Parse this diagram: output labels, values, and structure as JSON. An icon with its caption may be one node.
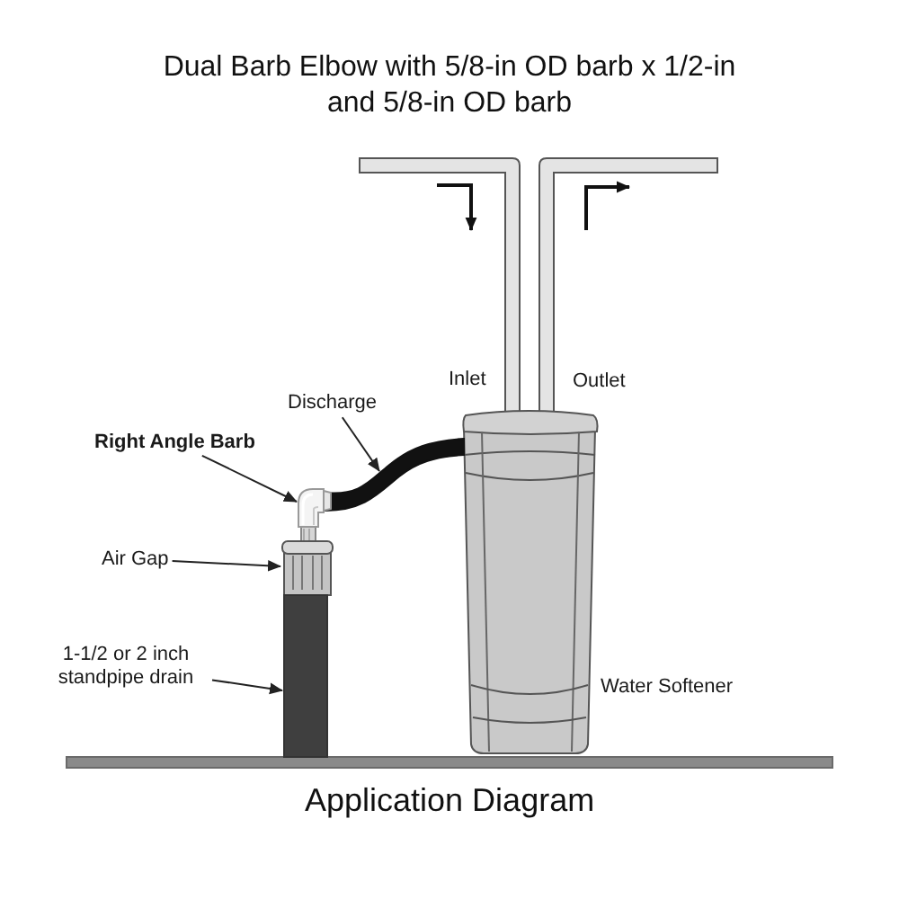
{
  "diagram": {
    "title": "Dual Barb Elbow with 5/8-in OD barb x 1/2-in and 5/8-in OD barb",
    "caption": "Application Diagram",
    "nodes": [
      {
        "text": [
          "Discharge"
        ]
      },
      {
        "text": [],
        "shape": "picture"
      },
      {
        "text": [
          "Right Angle Barb"
        ]
      },
      {
        "text": [],
        "shape": "picture"
      },
      {
        "text": [
          "Air Gap"
        ]
      },
      {
        "text": [],
        "shape": "picture"
      },
      {
        "text": [
          "1-1/2 or 2 inch standpipe drain"
        ]
      },
      {
        "text": [],
        "shape": "box"
      }
    ],
    "edges": [
      {
        "from": 0,
        "to": 1,
        "arrow": "to"
      },
      {
        "from": 2,
        "to": 3,
        "arrow": "to"
      },
      {
        "from": 4,
        "to": 5,
        "arrow": "to"
      },
      {
        "from": 6,
        "to": 7,
        "arrow": "to"
      }
    ],
    "labels": [
      "Inlet",
      "Outlet",
      "Water Softener"
    ]
  }
}
